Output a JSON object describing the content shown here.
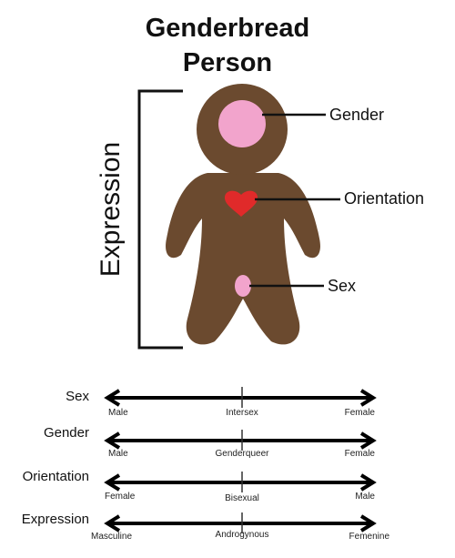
{
  "title": {
    "line1": "Genderbread",
    "line2": "Person"
  },
  "figure": {
    "side_label": "Expression",
    "callouts": {
      "gender": "Gender",
      "orientation": "Orientation",
      "sex": "Sex"
    },
    "colors": {
      "body": "#6b4a2f",
      "brain": "#f2a4cc",
      "heart": "#e02a2a",
      "sex_spot": "#f2a4cc"
    }
  },
  "scales": [
    {
      "name": "Sex",
      "left": "Male",
      "middle": "Intersex",
      "right": "Female"
    },
    {
      "name": "Gender",
      "left": "Male",
      "middle": "Genderqueer",
      "right": "Female"
    },
    {
      "name": "Orientation",
      "left": "Female",
      "middle": "Bisexual",
      "right": "Male"
    },
    {
      "name": "Expression",
      "left": "Masculine",
      "middle": "Androgynous",
      "right": "Femenine"
    }
  ]
}
